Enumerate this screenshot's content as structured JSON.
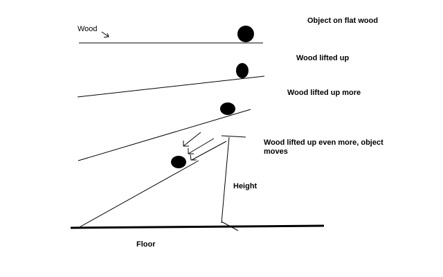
{
  "labels": {
    "wood": "Wood",
    "stage1": "Object on flat wood",
    "stage2": "Wood lifted up",
    "stage3": "Wood lifted up more",
    "stage4": "Wood lifted up even more, object moves",
    "height": "Height",
    "floor": "Floor"
  },
  "colors": {
    "ink": "#000000",
    "background": "#ffffff"
  }
}
